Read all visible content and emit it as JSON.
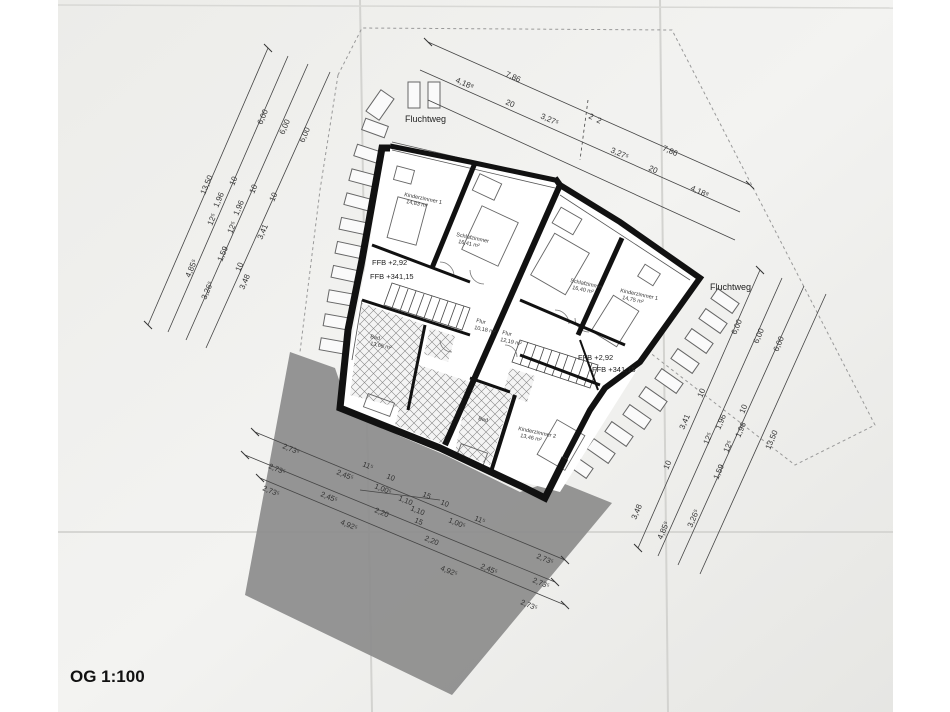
{
  "title": "OG 1:100",
  "labels": {
    "exit_north": "Fluchtweg",
    "exit_east": "Fluchtweg",
    "ffb_left_1": "FFB +2,92",
    "ffb_left_2": "FFB +341,15",
    "ffb_right_1": "FFB +2,92",
    "ffb_right_2": "FFB +341,15"
  },
  "rooms": [
    {
      "name": "Kinderzimmer 1",
      "area": "14,83 m²"
    },
    {
      "name": "Schlafzimmer",
      "area": "16,41 m²"
    },
    {
      "name": "Schlafzimmer",
      "area": "16,40 m²"
    },
    {
      "name": "Kinderzimmer 1",
      "area": "14,75 m²"
    },
    {
      "name": "Flur",
      "area": "10,18 m²"
    },
    {
      "name": "Flur",
      "area": "12,19 m²"
    },
    {
      "name": "Bad",
      "area": "13,65 m²"
    },
    {
      "name": "Bad",
      "area": ""
    },
    {
      "name": "Kinderzimmer 2",
      "area": "13,46 m²"
    }
  ],
  "dimensions": {
    "top": [
      "7,86",
      "4,18⁸",
      "3,27⁵",
      "3,27⁵",
      "4,18⁸",
      "7,86",
      "20",
      "2",
      "2",
      "20"
    ],
    "left": [
      "13,50",
      "6,00",
      "6,00",
      "6,00",
      "4,85⁵",
      "1,96",
      "1,96",
      "1,59",
      "3,41",
      "3,48",
      "3,26⁵",
      "10",
      "12⁵",
      "12⁵",
      "10",
      "10",
      "10"
    ],
    "right": [
      "13,50",
      "6,00",
      "6,00",
      "6,00",
      "4,85⁵",
      "1,96",
      "1,96",
      "1,59",
      "3,41",
      "3,48",
      "3,26⁵",
      "10",
      "12⁵",
      "12⁵",
      "10",
      "10"
    ],
    "bottom": [
      "2,73⁵",
      "2,73⁵",
      "2,73⁵",
      "2,45⁵",
      "2,45⁵",
      "2,45⁵",
      "4,92⁵",
      "4,92⁵",
      "2,20",
      "2,20",
      "1,10",
      "1,10",
      "1,00⁵",
      "1,00⁵",
      "10",
      "10",
      "15",
      "15",
      "11⁵",
      "11⁵",
      "2,73⁵",
      "2,73⁵",
      "2,73⁵"
    ]
  }
}
